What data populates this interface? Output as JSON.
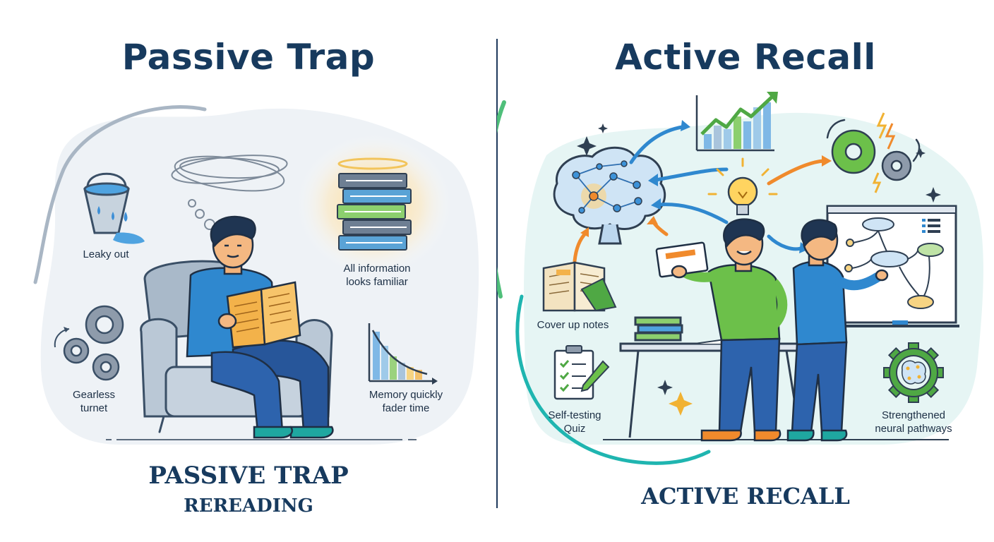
{
  "left": {
    "heading": "Passive Trap",
    "labels": {
      "leaky": "Leaky out",
      "familiar_line1": "All information",
      "familiar_line2": "looks familiar",
      "gearless_line1": "Gearless",
      "gearless_line2": "turnet",
      "memory_line1": "Memory quickly",
      "memory_line2": "fader time"
    },
    "footer_title": "PASSIVE TRAP",
    "footer_subtitle": "REREADING"
  },
  "right": {
    "heading": "Active Recall",
    "labels": {
      "cover": "Cover up notes",
      "quiz_line1": "Self-testing",
      "quiz_line2": "Quiz",
      "neural_line1": "Strengthened",
      "neural_line2": "neural pathways"
    },
    "footer_title": "ACTIVE RECALL"
  },
  "colors": {
    "navy": "#173a5e",
    "blue": "#2f88cf",
    "green": "#6cc04a",
    "orange": "#f08a2c",
    "yellow": "#f5b83a",
    "teal": "#1fb5b0"
  },
  "icons": [
    "bucket-icon",
    "book-stack-icon",
    "gears-icon",
    "decay-chart-icon",
    "brain-network-icon",
    "growth-chart-icon",
    "lightbulb-icon",
    "open-book-icon",
    "clipboard-quiz-icon",
    "whiteboard-icon",
    "neural-gear-icon"
  ]
}
